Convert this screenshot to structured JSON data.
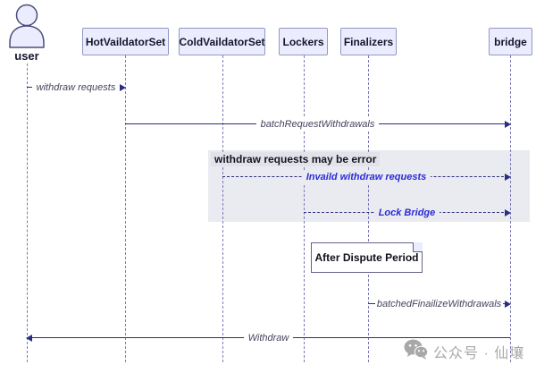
{
  "diagram_type": "sequence-diagram",
  "actors": [
    {
      "id": "user",
      "label": "user",
      "kind": "person"
    },
    {
      "id": "hot",
      "label": "HotVaildatorSet",
      "kind": "participant"
    },
    {
      "id": "cold",
      "label": "ColdVaildatorSet",
      "kind": "participant"
    },
    {
      "id": "lockers",
      "label": "Lockers",
      "kind": "participant"
    },
    {
      "id": "finalizers",
      "label": "Finalizers",
      "kind": "participant"
    },
    {
      "id": "bridge",
      "label": "bridge",
      "kind": "participant"
    }
  ],
  "messages": [
    {
      "label": "withdraw requests",
      "from": "user",
      "to": "hot",
      "line": "solid",
      "color": "gray"
    },
    {
      "label": "batchRequestWithdrawals",
      "from": "hot",
      "to": "bridge",
      "line": "solid",
      "color": "gray"
    },
    {
      "label": "Invaild withdraw requests",
      "from": "cold",
      "to": "bridge",
      "line": "dashed",
      "color": "blue"
    },
    {
      "label": "Lock Bridge",
      "from": "lockers",
      "to": "bridge",
      "line": "dashed",
      "color": "blue"
    },
    {
      "label": "batchedFinailizeWithdrawals",
      "from": "finalizers",
      "to": "bridge",
      "line": "solid",
      "color": "gray"
    },
    {
      "label": "Withdraw",
      "from": "bridge",
      "to": "user",
      "line": "solid",
      "color": "gray"
    }
  ],
  "highlight": {
    "label": "withdraw requests may be error"
  },
  "note": {
    "label": "After Dispute Period",
    "over": "Finalizers"
  },
  "watermark": {
    "text": "公众号 · 仙壤",
    "icon": "wechat"
  },
  "colors": {
    "actor_fill": "#ECECFF",
    "actor_border": "#9297c4",
    "lifeline": "#7b7bb8",
    "signal": "#2d2d80",
    "message_text": "#44445e",
    "blue_message_text": "#2b2bd6",
    "highlight_fill": "#EAEAF1",
    "note_border": "#62628f",
    "watermark_gray": "#a8a8a8"
  }
}
